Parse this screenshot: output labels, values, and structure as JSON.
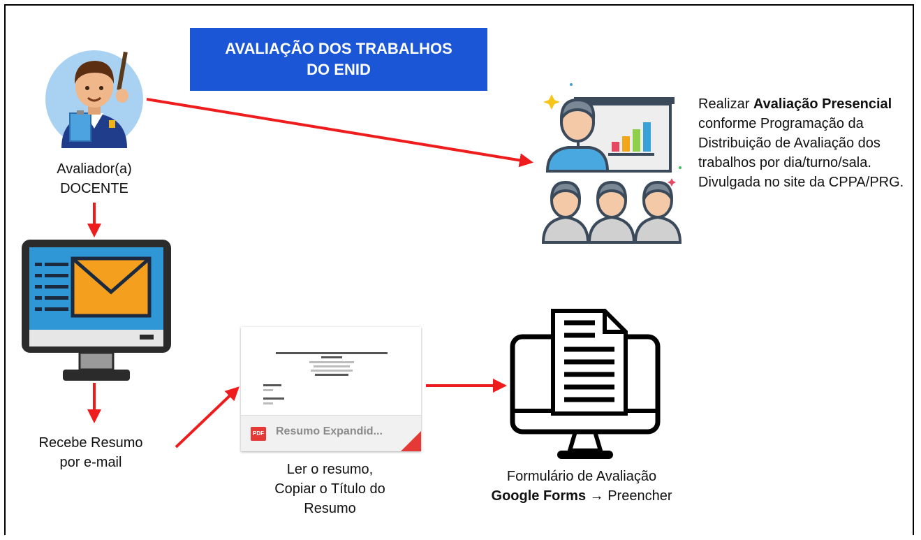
{
  "title": {
    "line1": "AVALIAÇÃO DOS TRABALHOS",
    "line2": "DO ENID"
  },
  "evaluator": {
    "line1": "Avaliador(a)",
    "line2": "DOCENTE"
  },
  "step_email": {
    "line1": "Recebe Resumo",
    "line2": "por e-mail"
  },
  "step_read": {
    "line1": "Ler o resumo,",
    "line2": "Copiar o Título do",
    "line3": "Resumo"
  },
  "pdf": {
    "badge": "PDF",
    "filename": "Resumo Expandid..."
  },
  "step_form": {
    "line1": "Formulário de Avaliação",
    "bold": "Google Forms",
    "rest": " → Preencher"
  },
  "step_presencial": {
    "pre": "Realizar ",
    "bold": "Avaliação Presencial",
    "post": " conforme Programação da Distribuição de Avaliação dos trabalhos por dia/turno/sala. Divulgada no site da CPPA/PRG."
  },
  "colors": {
    "title_bg": "#1a56d6",
    "arrow": "#ee1c1c"
  },
  "icons": [
    "teacher-avatar-icon",
    "presentation-audience-icon",
    "email-monitor-icon",
    "document-monitor-icon",
    "pdf-icon"
  ]
}
